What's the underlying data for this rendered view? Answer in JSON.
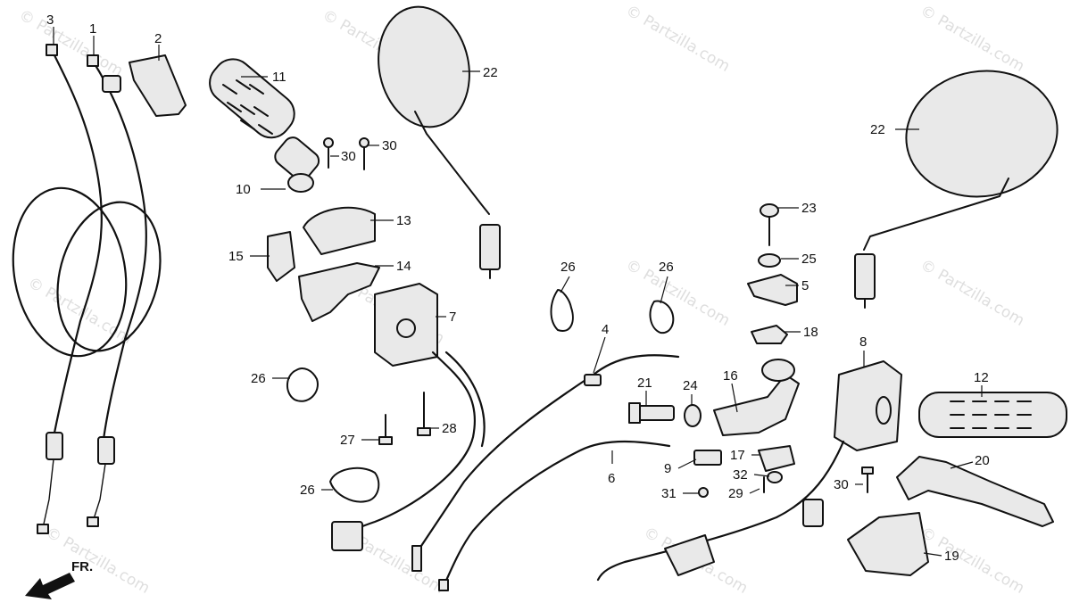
{
  "diagram": {
    "watermark": "© Partzilla.com",
    "direction_label": "FR.",
    "callouts": [
      {
        "id": "c3",
        "label": "3"
      },
      {
        "id": "c1",
        "label": "1"
      },
      {
        "id": "c2",
        "label": "2"
      },
      {
        "id": "c11",
        "label": "11"
      },
      {
        "id": "c10",
        "label": "10"
      },
      {
        "id": "c30a",
        "label": "30"
      },
      {
        "id": "c30b",
        "label": "30"
      },
      {
        "id": "c22a",
        "label": "22"
      },
      {
        "id": "c13",
        "label": "13"
      },
      {
        "id": "c15",
        "label": "15"
      },
      {
        "id": "c14",
        "label": "14"
      },
      {
        "id": "c7",
        "label": "7"
      },
      {
        "id": "c26a",
        "label": "26"
      },
      {
        "id": "c27",
        "label": "27"
      },
      {
        "id": "c28",
        "label": "28"
      },
      {
        "id": "c26b",
        "label": "26"
      },
      {
        "id": "c26c",
        "label": "26"
      },
      {
        "id": "c26d",
        "label": "26"
      },
      {
        "id": "c4",
        "label": "4"
      },
      {
        "id": "c21",
        "label": "21"
      },
      {
        "id": "c24",
        "label": "24"
      },
      {
        "id": "c16",
        "label": "16"
      },
      {
        "id": "c6",
        "label": "6"
      },
      {
        "id": "c9",
        "label": "9"
      },
      {
        "id": "c31",
        "label": "31"
      },
      {
        "id": "c17",
        "label": "17"
      },
      {
        "id": "c32",
        "label": "32"
      },
      {
        "id": "c29",
        "label": "29"
      },
      {
        "id": "c23",
        "label": "23"
      },
      {
        "id": "c25",
        "label": "25"
      },
      {
        "id": "c5",
        "label": "5"
      },
      {
        "id": "c18",
        "label": "18"
      },
      {
        "id": "c22b",
        "label": "22"
      },
      {
        "id": "c8",
        "label": "8"
      },
      {
        "id": "c12",
        "label": "12"
      },
      {
        "id": "c20",
        "label": "20"
      },
      {
        "id": "c30c",
        "label": "30"
      },
      {
        "id": "c19",
        "label": "19"
      }
    ]
  }
}
